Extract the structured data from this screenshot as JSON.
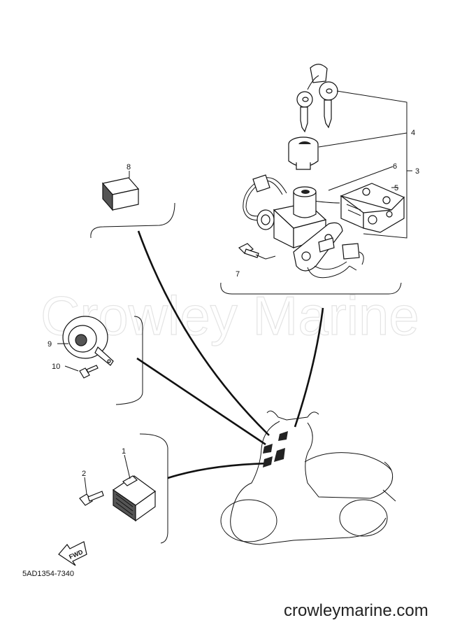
{
  "watermark": "Crowley Marine",
  "figure_code": "5AD1354-7340",
  "site_footer": "crowleymarine.com",
  "fwd_arrow_label": "FWD",
  "callouts": {
    "c1": "1",
    "c2": "2",
    "c3": "3",
    "c4": "4",
    "c5": "5",
    "c6": "6",
    "c7": "7",
    "c8": "8",
    "c9": "9",
    "c10": "10"
  }
}
